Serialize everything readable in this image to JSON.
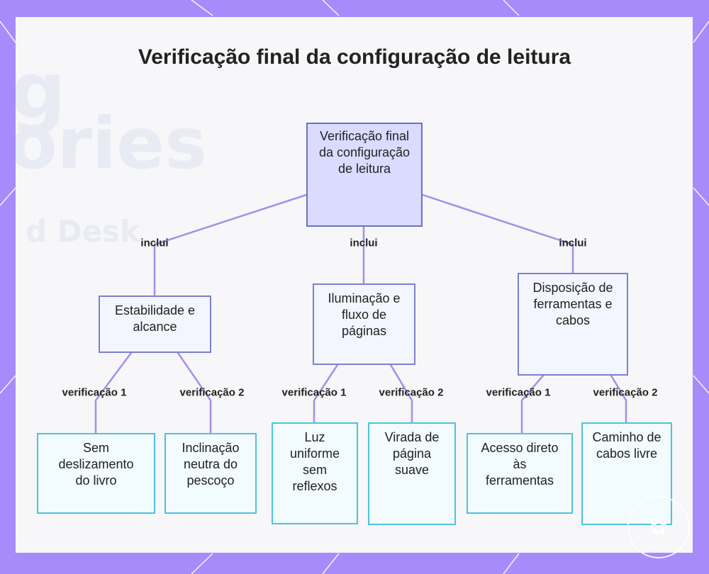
{
  "title": "Verificação final da configuração de leitura",
  "nodes": {
    "root": "Verificação final da configuração de leitura",
    "stability": "Estabilidade e alcance",
    "lighting": "Iluminação e fluxo de páginas",
    "layout": "Disposição de ferramentas e cabos",
    "no_slip": "Sem deslizamento do livro",
    "neck": "Inclinação neutra do pescoço",
    "light": "Luz uniforme sem reflexos",
    "page_turn": "Virada de página suave",
    "tools": "Acesso direto às ferramentas",
    "cables": "Caminho de cabos livre"
  },
  "edge_labels": {
    "includes": "inclui",
    "check1": "verificação 1",
    "check2": "verificação 2"
  },
  "background_text": {
    "word_a": "g",
    "word_b": "ories",
    "word_c": "d Desk"
  },
  "colors": {
    "frame": "#a78bfa",
    "root_fill": "#d9dcff",
    "edge": "#a78ee8",
    "leaf_border": "#4cc3df"
  }
}
